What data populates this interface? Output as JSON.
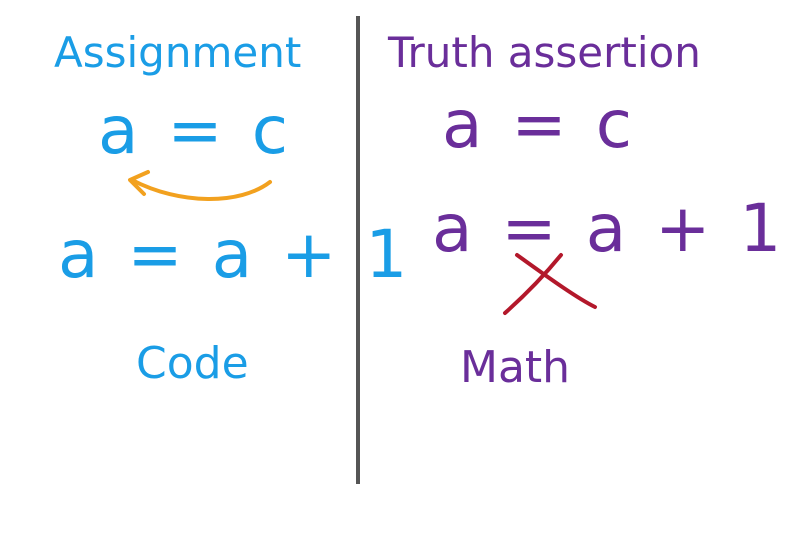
{
  "colors": {
    "left_text": "#1a9de6",
    "right_text": "#6a2e9a",
    "arrow": "#f2a11f",
    "cross": "#b3182b",
    "divider": "#555555"
  },
  "left": {
    "heading": "Assignment",
    "expr1": "a = c",
    "expr2": "a = a + 1",
    "label": "Code"
  },
  "right": {
    "heading": "Truth assertion",
    "expr1": "a = c",
    "expr2": "a = a + 1",
    "label": "Math"
  },
  "icons": {
    "left_arrow": "curved-arrow-left-icon",
    "right_cross": "cross-icon"
  }
}
